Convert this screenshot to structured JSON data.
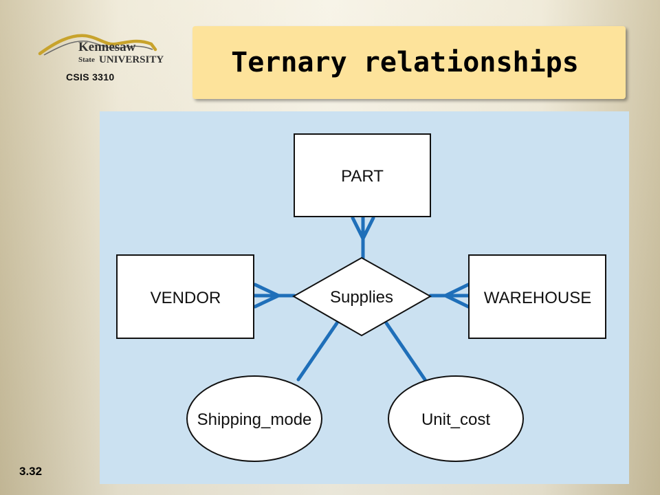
{
  "slide": {
    "course": "CSIS 3310",
    "title": "Ternary relationships",
    "number": "3.32",
    "logo": {
      "name": "Kennesaw State University",
      "line1": "Kennesaw",
      "line2_a": "State",
      "line2_b": "UNIVERSITY"
    }
  },
  "diagram": {
    "entities": {
      "part": "PART",
      "vendor": "VENDOR",
      "warehouse": "WAREHOUSE"
    },
    "relationship": "Supplies",
    "attributes": {
      "shipping_mode": "Shipping_mode",
      "unit_cost": "Unit_cost"
    },
    "colors": {
      "background": "#cbe1f1",
      "line": "#1f6fb9",
      "box_fill": "#ffffff",
      "box_stroke": "#111111"
    }
  }
}
